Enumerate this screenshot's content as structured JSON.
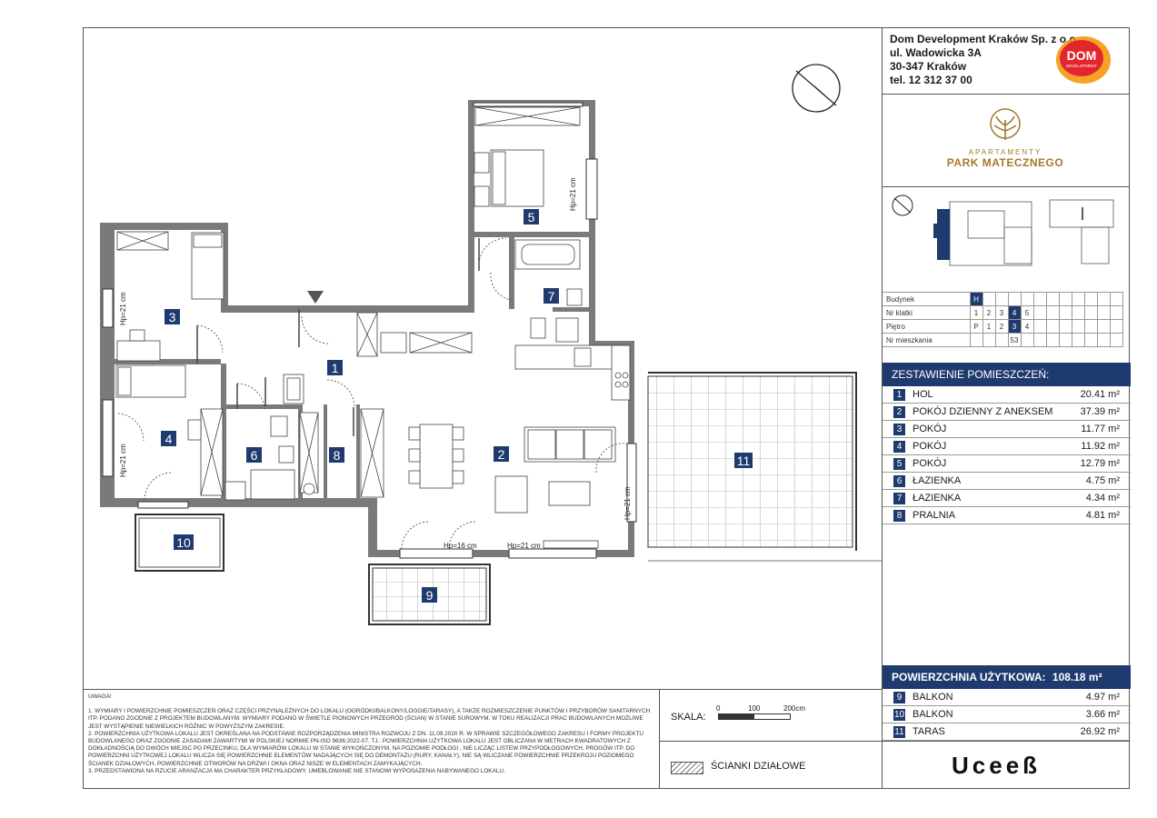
{
  "company": {
    "name": "Dom Development Kraków Sp. z o.o.",
    "street": "ul. Wadowicka 3A",
    "city": "30-347 Kraków",
    "phone": "tel. 12 312 37 00"
  },
  "dom_logo": {
    "line1": "DOM",
    "line2": "DEVELOPMENT"
  },
  "project_logo": {
    "subtitle": "APARTAMENTY",
    "name": "PARK MATECZNEGO"
  },
  "colors": {
    "navy": "#1f3a6e",
    "gold": "#a47a2c",
    "dom_red": "#e2262d",
    "dom_orange": "#f39200"
  },
  "info_table": {
    "rows": [
      {
        "label": "Budynek",
        "cells": [
          "H",
          "",
          "",
          "",
          "",
          "",
          "",
          "",
          "",
          "",
          "",
          ""
        ],
        "selected": 0
      },
      {
        "label": "Nr klatki",
        "cells": [
          "1",
          "2",
          "3",
          "4",
          "5",
          "",
          "",
          "",
          "",
          "",
          "",
          ""
        ],
        "selected": 3
      },
      {
        "label": "Piętro",
        "cells": [
          "P",
          "1",
          "2",
          "3",
          "4",
          "",
          "",
          "",
          "",
          "",
          "",
          ""
        ],
        "selected": 3
      },
      {
        "label": "Nr mieszkania",
        "cells": [
          "",
          "",
          "",
          "53",
          "",
          "",
          "",
          "",
          "",
          "",
          "",
          ""
        ],
        "selected": -1
      }
    ]
  },
  "rooms_header": "ZESTAWIENIE POMIESZCZEŃ:",
  "rooms": [
    {
      "num": "1",
      "name": "HOL",
      "area": "20.41 m²"
    },
    {
      "num": "2",
      "name": "POKÓJ DZIENNY Z ANEKSEM",
      "area": "37.39 m²"
    },
    {
      "num": "3",
      "name": "POKÓJ",
      "area": "11.77 m²"
    },
    {
      "num": "4",
      "name": "POKÓJ",
      "area": "11.92 m²"
    },
    {
      "num": "5",
      "name": "POKÓJ",
      "area": "12.79 m²"
    },
    {
      "num": "6",
      "name": "ŁAZIENKA",
      "area": "4.75 m²"
    },
    {
      "num": "7",
      "name": "ŁAZIENKA",
      "area": "4.34 m²"
    },
    {
      "num": "8",
      "name": "PRALNIA",
      "area": "4.81 m²"
    }
  ],
  "usable_area": {
    "label": "POWIERZCHNIA UŻYTKOWA:",
    "value": "108.18 m²"
  },
  "extras": [
    {
      "num": "9",
      "name": "BALKON",
      "area": "4.97 m²"
    },
    {
      "num": "10",
      "name": "BALKON",
      "area": "3.66 m²"
    },
    {
      "num": "11",
      "name": "TARAS",
      "area": "26.92 m²"
    }
  ],
  "brand": "Uceeß",
  "notes": {
    "title": "UWAGA!",
    "items": [
      "1. WYMIARY I POWIERZCHNIE POMIESZCZEŃ ORAZ CZĘŚCI PRZYNALEŻNYCH DO LOKALU (OGRÓDKI/BALKONY/LOGGIE/TARASY), A TAKŻE ROZMIESZCZENIE PUNKTÓW I PRZYBORÓW SANITARNYCH ITP. PODANO ZGODNIE Z PROJEKTEM BUDOWLANYM. WYMIARY PODANO W ŚWIETLE PIONOWYCH PRZEGRÓD (ŚCIAN) W STANIE SUROWYM. W TOKU REALIZACJI PRAC BUDOWLANYCH MOŻLIWE JEST WYSTĄPIENIE NIEWIELKICH RÓŻNIC W POWYŻSZYM ZAKRESIE.",
      "2. POWIERZCHNIA UŻYTKOWA LOKALU JEST OKREŚLANA NA PODSTAWIE ROZPORZĄDZENIA MINISTRA ROZWOJU Z DN. 11.09.2020 R. W SPRAWIE SZCZEGÓŁOWEGO ZAKRESU I FORMY PROJEKTU BUDOWLANEGO ORAZ ZGODNIE ZASADAMI ZAWARTYMI W POLSKIEJ NORMIE PN-ISO 9836:2022-07, TJ.: POWIERZCHNIA UŻYTKOWA LOKALU JEST OBLICZANA W METRACH KWADRATOWYCH Z DOKŁADNOŚCIĄ DO DWÓCH MIEJSC PO PRZECINKU, DLA WYMIARÓW LOKALU W STANIE WYKOŃCZONYM, NA POZIOMIE PODŁOGI , NIE LICZĄC LISTEW PRZYPODŁOGOWYCH, PROGÓW ITP. DO POWIERZCHNI UŻYTKOWEJ LOKALU WLICZA SIĘ POWIERZCHNIE ELEMENTÓW NADAJĄCYCH SIĘ DO DEMONTAŻU (RURY, KANAŁY), NIE SĄ WLICZANE POWIERZCHNIE PRZEKROJU POZIOMEGO ŚCIANEK DZIAŁOWYCH, POWIERZCHNIE OTWORÓW NA DRZWI I OKNA ORAZ NISZE W ELEMENTACH ZAMYKAJĄCYCH.",
      "3. PRZEDSTAWIONA NA RZUCIE ARANŻACJA MA CHARAKTER PRZYKŁADOWY, UMEBLOWANIE NIE STANOWI WYPOSAŻENIA NABYWANEGO LOKALU."
    ]
  },
  "scale": {
    "label": "SKALA:",
    "ticks": [
      "0",
      "100",
      "200cm"
    ]
  },
  "legend": {
    "label": "ŚCIANKI DZIAŁOWE"
  },
  "plan": {
    "room_labels": [
      "1",
      "2",
      "3",
      "4",
      "5",
      "6",
      "7",
      "8",
      "9",
      "10",
      "11"
    ],
    "hp_labels": [
      "Hp=21 cm",
      "Hp=21 cm",
      "Hp=21 cm",
      "Hp=21 cm",
      "Hp=16 cm",
      "Hp=21 cm"
    ]
  }
}
